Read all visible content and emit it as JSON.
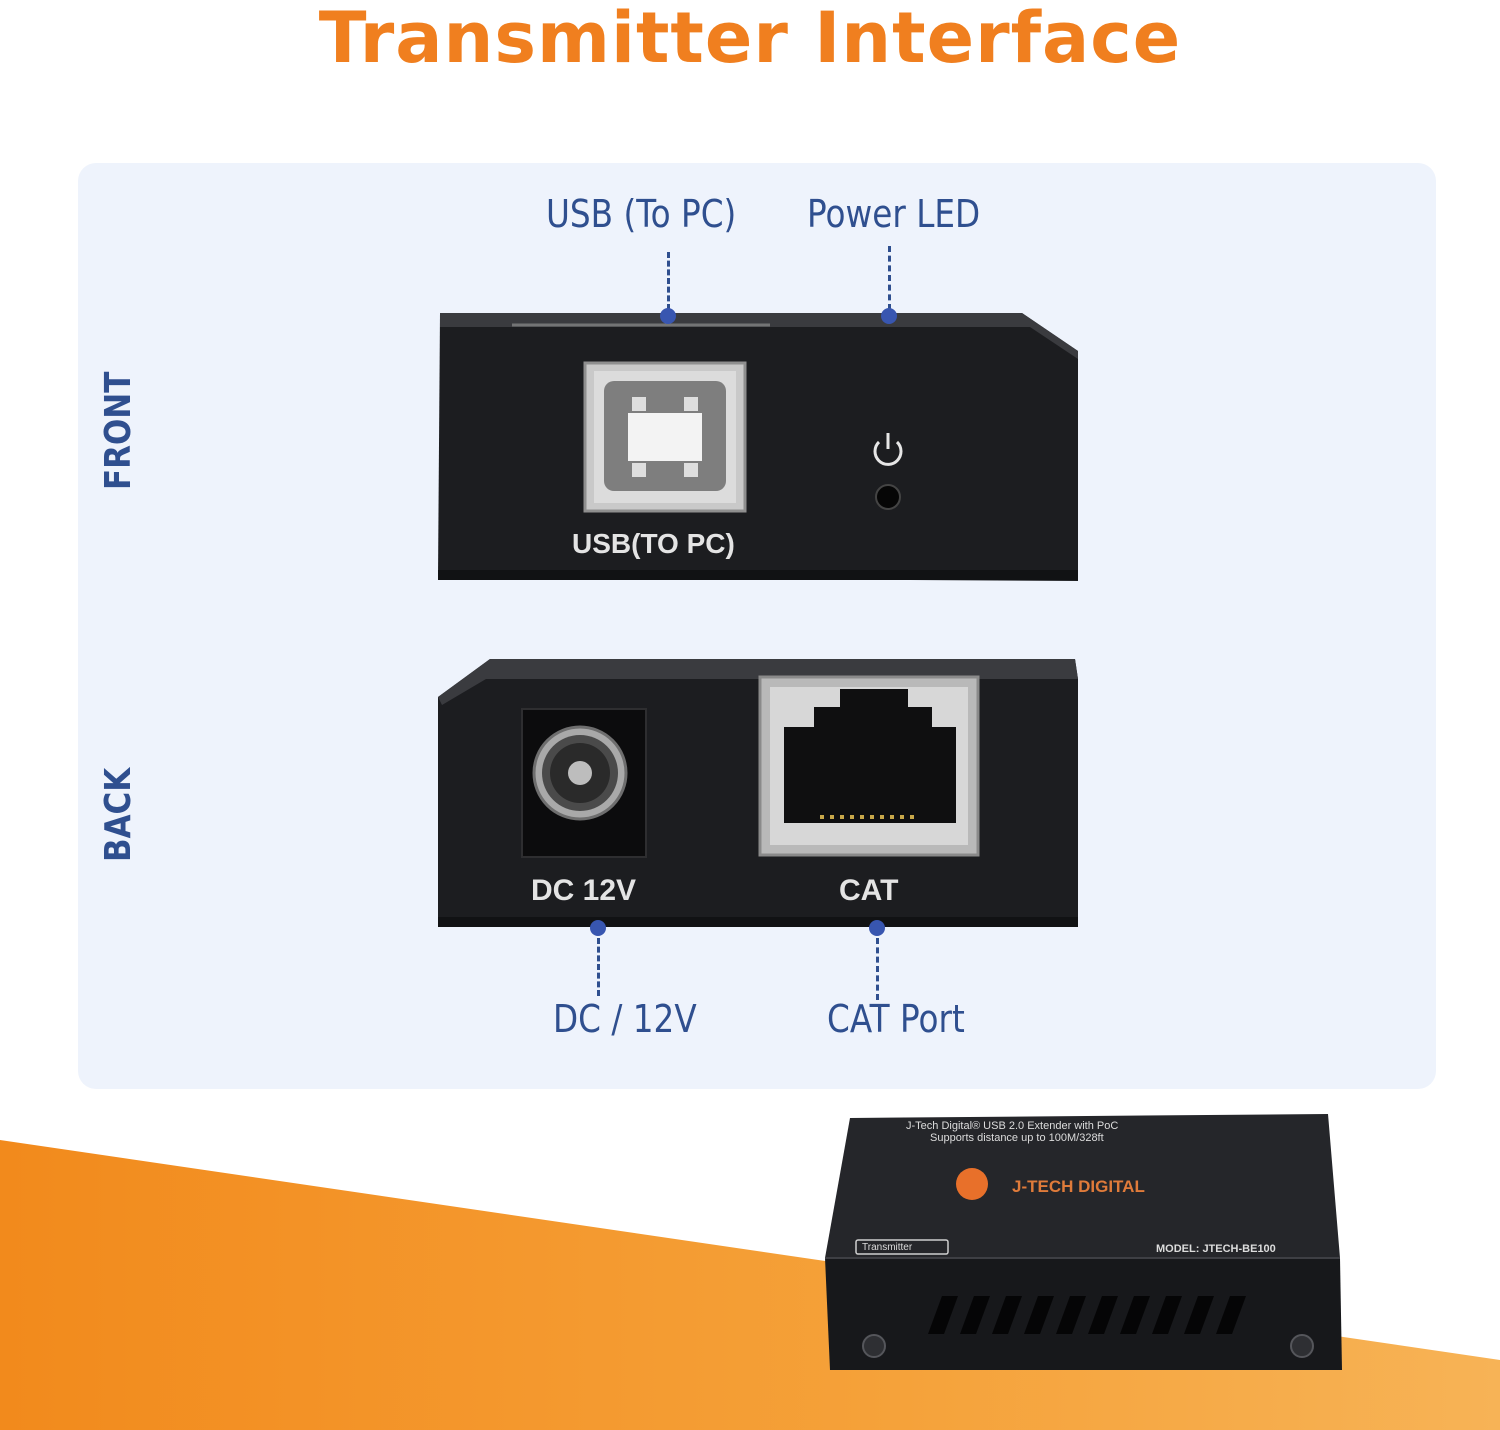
{
  "title": "Transmitter Interface",
  "side_labels": {
    "front": "FRONT",
    "back": "BACK"
  },
  "callouts": {
    "usb_to_pc": "USB (To PC)",
    "power_led": "Power LED",
    "dc_12v": "DC / 12V",
    "cat_port": "CAT Port"
  },
  "front_panel": {
    "usb_label": "USB(TO PC)",
    "icon": "power-icon"
  },
  "back_panel": {
    "dc_label": "DC 12V",
    "cat_label": "CAT"
  },
  "unit": {
    "line1": "J-Tech Digital® USB 2.0 Extender with PoC",
    "line2": "Supports distance up to 100M/328ft",
    "brand": "J-TECH DIGITAL",
    "badge": "Transmitter",
    "model": "MODEL: JTECH-BE100"
  },
  "colors": {
    "title": "#f07f1f",
    "callout": "#2f4f8f",
    "panel_bg": "#eef3fc",
    "device": "#1e1f22"
  }
}
